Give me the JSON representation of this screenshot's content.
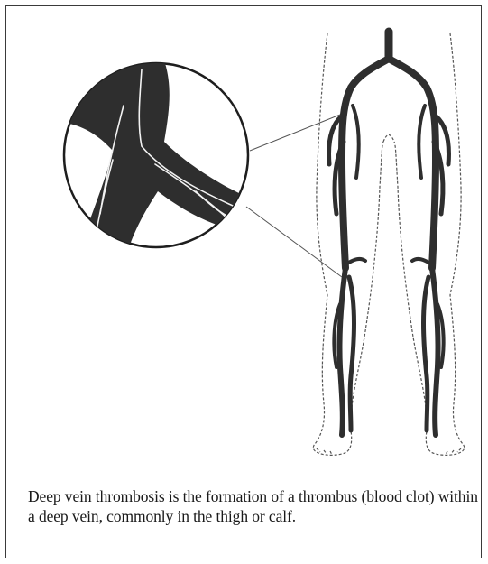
{
  "figure": {
    "caption": "Deep vein thrombosis is the formation of a thrombus (blood clot) within a deep vein, commonly in the thigh or calf.",
    "colors": {
      "vein": "#2e2e2e",
      "outline": "#555555",
      "frame": "#3a3a3a"
    },
    "icons": [
      "magnified-vein-inset",
      "legs-outline",
      "deep-vein-network"
    ]
  }
}
